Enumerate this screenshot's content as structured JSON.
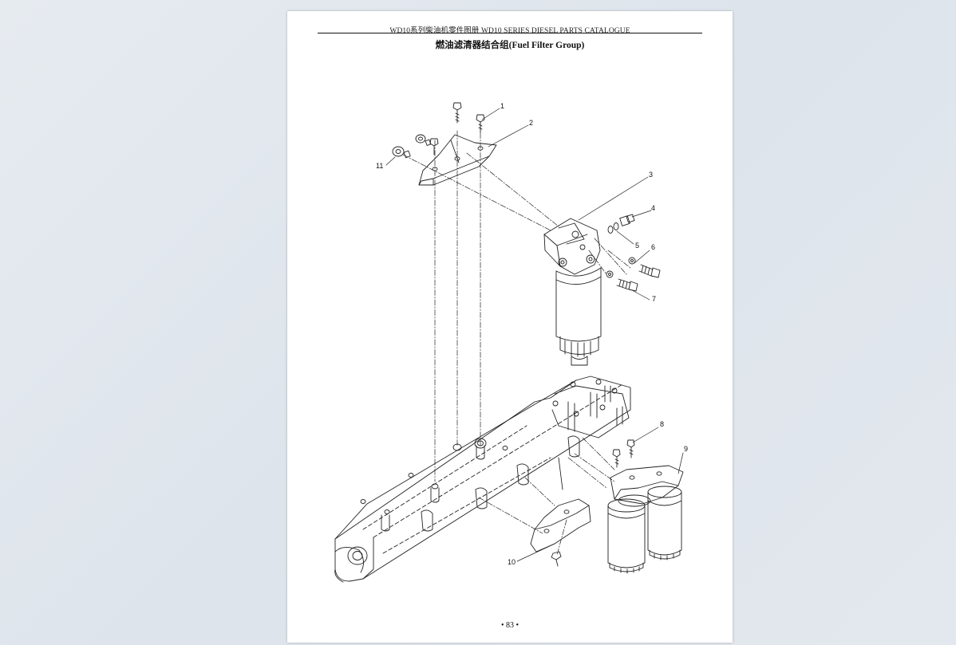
{
  "document": {
    "header": "WD10系列柴油机零件图册 WD10 SERIES DIESEL PARTS CATALOGUE",
    "title": "燃油滤清器结合组(Fuel Filter Group)",
    "page_number": "• 83 •"
  },
  "callouts": [
    "1",
    "2",
    "3",
    "4",
    "5",
    "6",
    "7",
    "8",
    "9",
    "10",
    "11"
  ]
}
